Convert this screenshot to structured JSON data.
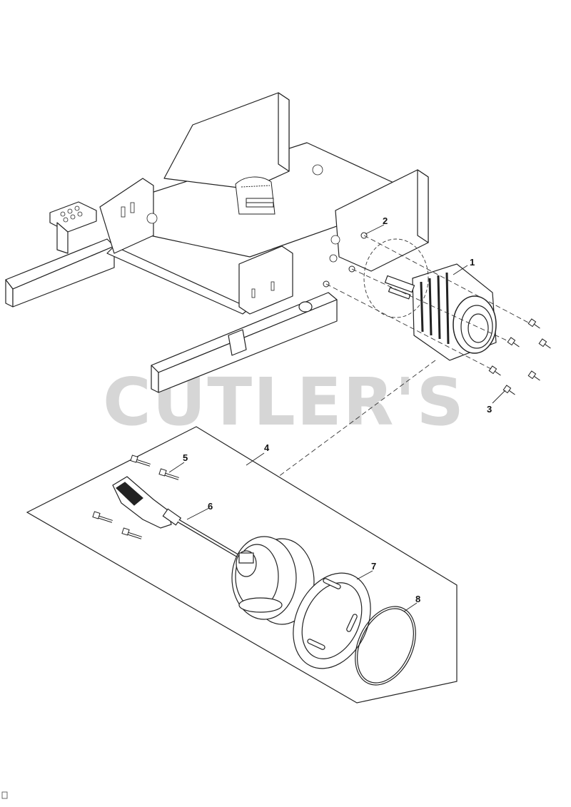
{
  "callouts": [
    "1",
    "2",
    "3",
    "4",
    "5",
    "6",
    "7",
    "8"
  ],
  "watermark": "CUTLER'S"
}
